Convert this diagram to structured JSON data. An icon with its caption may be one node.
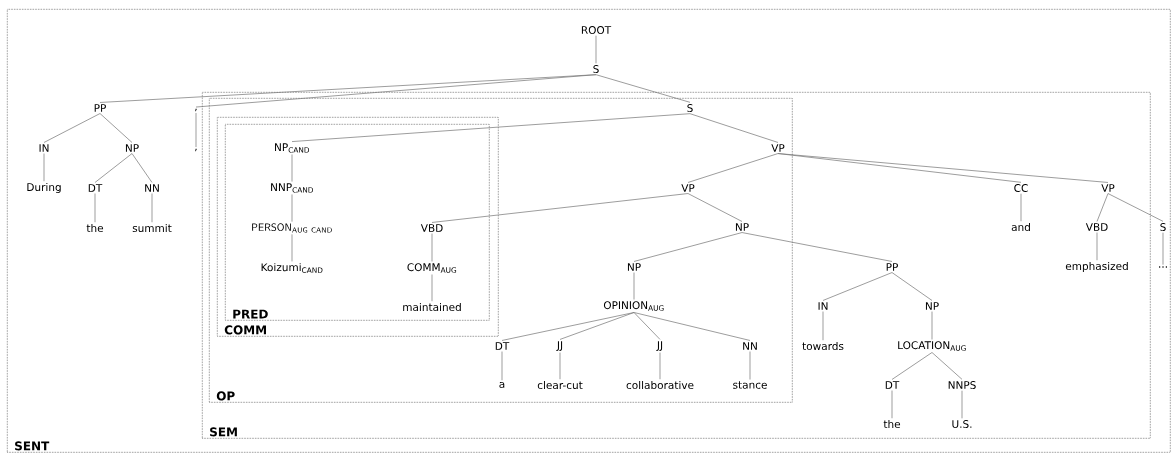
{
  "diagram": {
    "nodes": [
      {
        "text": [
          "SENT"
        ]
      },
      {
        "text": [
          "SEM"
        ],
        "in": 0
      },
      {
        "text": [
          "OP"
        ],
        "in": 1
      },
      {
        "text": [
          "COMM"
        ],
        "in": 2
      },
      {
        "text": [
          "PRED"
        ],
        "in": 3
      },
      {
        "text": [
          "ROOT"
        ],
        "in": 0
      },
      {
        "text": [
          "S"
        ],
        "in": 0
      },
      {
        "text": [
          "PP"
        ],
        "in": 0
      },
      {
        "text": [
          "IN"
        ],
        "in": 0
      },
      {
        "text": [
          "NP"
        ],
        "in": 0
      },
      {
        "text": [
          "During"
        ],
        "in": 0
      },
      {
        "text": [
          "DT"
        ],
        "in": 0
      },
      {
        "text": [
          "NN"
        ],
        "in": 0
      },
      {
        "text": [
          "the"
        ],
        "in": 0
      },
      {
        "text": [
          "summit"
        ],
        "in": 0
      },
      {
        "text": [
          ","
        ],
        "in": 0
      },
      {
        "text": [
          ","
        ],
        "in": 0
      },
      {
        "text": [
          "S"
        ],
        "in": 2
      },
      {
        "text": [
          "NP$_{CAND}$"
        ],
        "in": 4
      },
      {
        "text": [
          "NNP$_{CAND}$"
        ],
        "in": 4
      },
      {
        "text": [
          "\\mathsf{PERSON}_{\\mathsf{AUG\\ CAND}}"
        ],
        "in": 4
      },
      {
        "text": [
          "Koizumi$_{CAND}$"
        ],
        "in": 4
      },
      {
        "text": [
          "VP"
        ],
        "in": 2
      },
      {
        "text": [
          "VP"
        ],
        "in": 2
      },
      {
        "text": [
          "VBD"
        ],
        "in": 4
      },
      {
        "text": [
          "COMM$_{AUG}$"
        ],
        "in": 4
      },
      {
        "text": [
          "maintained"
        ],
        "in": 4
      },
      {
        "text": [
          "NP"
        ],
        "in": 2
      },
      {
        "text": [
          "NP"
        ],
        "in": 2
      },
      {
        "text": [
          "OPINION$_{AUG}$"
        ],
        "in": 2
      },
      {
        "text": [
          "DT"
        ],
        "in": 2
      },
      {
        "text": [
          "JJ"
        ],
        "in": 2
      },
      {
        "text": [
          "JJ"
        ],
        "in": 2
      },
      {
        "text": [
          "NN"
        ],
        "in": 2
      },
      {
        "text": [
          "a"
        ],
        "in": 2
      },
      {
        "text": [
          "clear-cut"
        ],
        "in": 2
      },
      {
        "text": [
          "collaborative"
        ],
        "in": 2
      },
      {
        "text": [
          "stance"
        ],
        "in": 2
      },
      {
        "text": [
          "PP"
        ],
        "in": 1
      },
      {
        "text": [
          "IN"
        ],
        "in": 1
      },
      {
        "text": [
          "NP"
        ],
        "in": 1
      },
      {
        "text": [
          "towards"
        ],
        "in": 1
      },
      {
        "text": [
          "LOCATION$_{AUG}$"
        ],
        "in": 1
      },
      {
        "text": [
          "DT"
        ],
        "in": 1
      },
      {
        "text": [
          "NNPS"
        ],
        "in": 1
      },
      {
        "text": [
          "the"
        ],
        "in": 1
      },
      {
        "text": [
          "U.S."
        ],
        "in": 1
      },
      {
        "text": [
          "CC"
        ],
        "in": 1
      },
      {
        "text": [
          "and"
        ],
        "in": 1
      },
      {
        "text": [
          "VP"
        ],
        "in": 1
      },
      {
        "text": [
          "VBD"
        ],
        "in": 1
      },
      {
        "text": [
          "emphasized"
        ],
        "in": 1
      },
      {
        "text": [
          "S"
        ],
        "in": 0
      },
      {
        "text": [
          "..."
        ],
        "in": 0
      }
    ],
    "edges": [
      {
        "from": 5,
        "to": 6,
        "arrow": "none"
      },
      {
        "from": 6,
        "to": 7,
        "arrow": "none"
      },
      {
        "from": 6,
        "to": 15,
        "arrow": "none"
      },
      {
        "from": 6,
        "to": 17,
        "arrow": "none"
      },
      {
        "from": 7,
        "to": 8,
        "arrow": "none"
      },
      {
        "from": 7,
        "to": 9,
        "arrow": "none"
      },
      {
        "from": 8,
        "to": 10,
        "arrow": "none"
      },
      {
        "from": 9,
        "to": 11,
        "arrow": "none"
      },
      {
        "from": 9,
        "to": 12,
        "arrow": "none"
      },
      {
        "from": 11,
        "to": 13,
        "arrow": "none"
      },
      {
        "from": 12,
        "to": 14,
        "arrow": "none"
      },
      {
        "from": 15,
        "to": 16,
        "arrow": "none"
      },
      {
        "from": 17,
        "to": 18,
        "arrow": "none"
      },
      {
        "from": 17,
        "to": 22,
        "arrow": "none"
      },
      {
        "from": 18,
        "to": 19,
        "arrow": "none"
      },
      {
        "from": 19,
        "to": 20,
        "arrow": "none"
      },
      {
        "from": 20,
        "to": 21,
        "arrow": "none"
      },
      {
        "from": 22,
        "to": 23,
        "arrow": "none"
      },
      {
        "from": 22,
        "to": 47,
        "arrow": "none"
      },
      {
        "from": 22,
        "to": 49,
        "arrow": "none"
      },
      {
        "from": 23,
        "to": 24,
        "arrow": "none"
      },
      {
        "from": 23,
        "to": 27,
        "arrow": "none"
      },
      {
        "from": 24,
        "to": 25,
        "arrow": "none"
      },
      {
        "from": 25,
        "to": 26,
        "arrow": "none"
      },
      {
        "from": 27,
        "to": 28,
        "arrow": "none"
      },
      {
        "from": 27,
        "to": 38,
        "arrow": "none"
      },
      {
        "from": 28,
        "to": 29,
        "arrow": "none"
      },
      {
        "from": 29,
        "to": 30,
        "arrow": "none"
      },
      {
        "from": 29,
        "to": 31,
        "arrow": "none"
      },
      {
        "from": 29,
        "to": 32,
        "arrow": "none"
      },
      {
        "from": 29,
        "to": 33,
        "arrow": "none"
      },
      {
        "from": 30,
        "to": 34,
        "arrow": "none"
      },
      {
        "from": 31,
        "to": 35,
        "arrow": "none"
      },
      {
        "from": 32,
        "to": 36,
        "arrow": "none"
      },
      {
        "from": 33,
        "to": 37,
        "arrow": "none"
      },
      {
        "from": 38,
        "to": 39,
        "arrow": "none"
      },
      {
        "from": 38,
        "to": 40,
        "arrow": "none"
      },
      {
        "from": 39,
        "to": 41,
        "arrow": "none"
      },
      {
        "from": 40,
        "to": 42,
        "arrow": "none"
      },
      {
        "from": 42,
        "to": 43,
        "arrow": "none"
      },
      {
        "from": 42,
        "to": 44,
        "arrow": "none"
      },
      {
        "from": 43,
        "to": 45,
        "arrow": "none"
      },
      {
        "from": 44,
        "to": 46,
        "arrow": "none"
      },
      {
        "from": 47,
        "to": 48,
        "arrow": "none"
      },
      {
        "from": 49,
        "to": 50,
        "arrow": "none"
      },
      {
        "from": 49,
        "to": 52,
        "arrow": "none"
      },
      {
        "from": 50,
        "to": 51,
        "arrow": "none"
      },
      {
        "from": 52,
        "to": 53,
        "arrow": "none"
      }
    ]
  }
}
